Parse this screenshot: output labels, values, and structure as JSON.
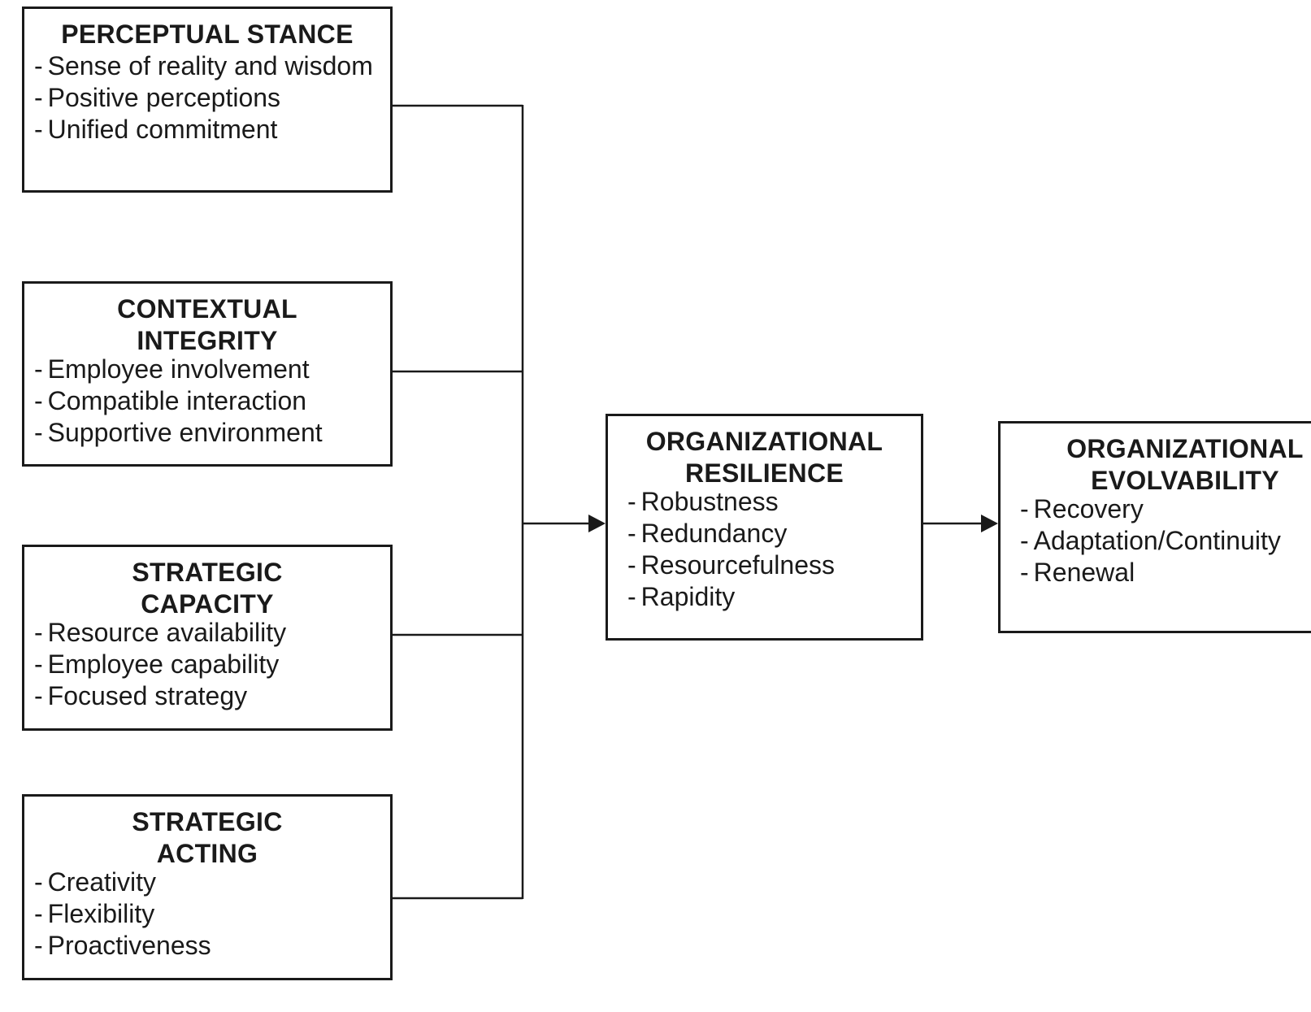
{
  "diagram": {
    "perceptual_stance": {
      "title": "PERCEPTUAL STANCE",
      "items": [
        "Sense of reality and wisdom",
        "Positive perceptions",
        "Unified commitment"
      ]
    },
    "contextual_integrity": {
      "title": "CONTEXTUAL\nINTEGRITY",
      "items": [
        "Employee involvement",
        "Compatible interaction",
        "Supportive environment"
      ]
    },
    "strategic_capacity": {
      "title": "STRATEGIC\nCAPACITY",
      "items": [
        "Resource availability",
        "Employee capability",
        "Focused strategy"
      ]
    },
    "strategic_acting": {
      "title": "STRATEGIC\nACTING",
      "items": [
        "Creativity",
        "Flexibility",
        "Proactiveness"
      ]
    },
    "organizational_resilience": {
      "title": "ORGANIZATIONAL\nRESILIENCE",
      "items": [
        "Robustness",
        "Redundancy",
        "Resourcefulness",
        "Rapidity"
      ]
    },
    "organizational_evolvability": {
      "title": "ORGANIZATIONAL\nEVOLVABILITY",
      "items": [
        "Recovery",
        "Adaptation/Continuity",
        "Renewal"
      ]
    },
    "line_color": "#1a1a1a"
  }
}
